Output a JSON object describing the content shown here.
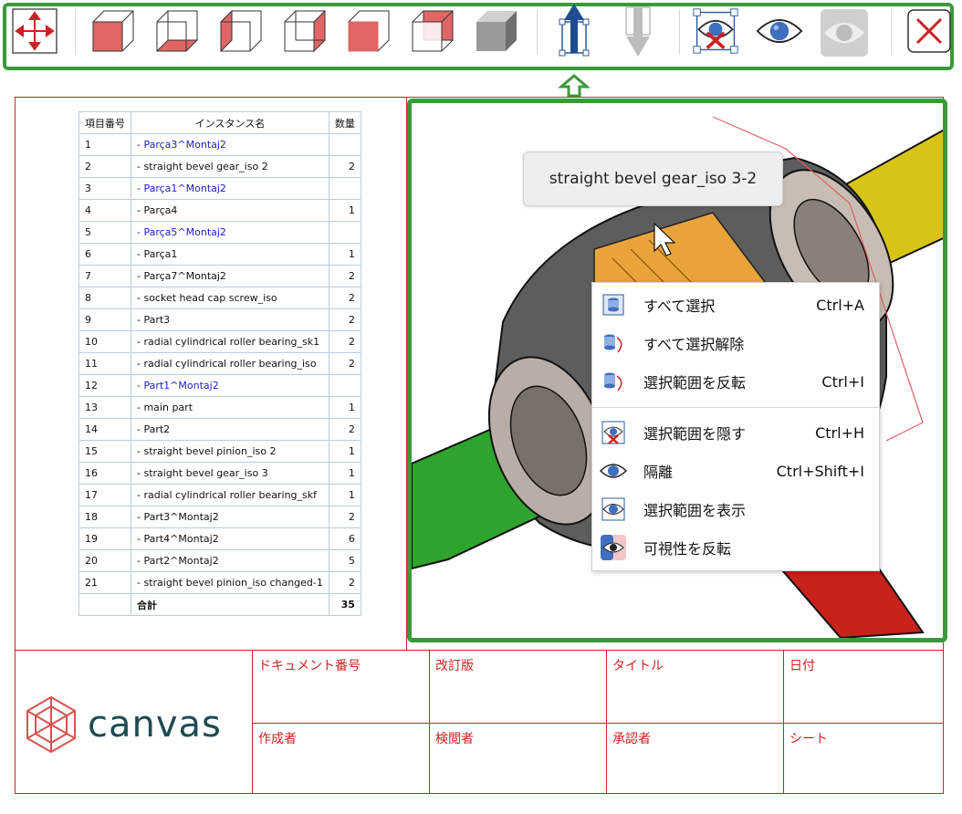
{
  "toolbar": {
    "buttons": [
      {
        "name": "fit-view-button",
        "icon": "move-arrows-icon"
      },
      {
        "name": "view-front-button",
        "icon": "cube-front-icon"
      },
      {
        "name": "view-bottom-button",
        "icon": "cube-bottom-icon"
      },
      {
        "name": "view-left-button",
        "icon": "cube-left-icon"
      },
      {
        "name": "view-right-button",
        "icon": "cube-right-icon"
      },
      {
        "name": "view-back-button",
        "icon": "cube-back-icon"
      },
      {
        "name": "view-top-button",
        "icon": "cube-top-icon"
      },
      {
        "name": "view-iso-button",
        "icon": "cube-shaded-icon"
      },
      {
        "name": "explode-button",
        "icon": "arrow-up-icon"
      },
      {
        "name": "collapse-button",
        "icon": "arrow-down-icon"
      },
      {
        "name": "hide-selection-button",
        "icon": "eye-hide-icon"
      },
      {
        "name": "isolate-button",
        "icon": "eye-icon"
      },
      {
        "name": "show-all-button",
        "icon": "eye-filled-icon"
      },
      {
        "name": "close-button",
        "icon": "close-icon"
      }
    ]
  },
  "bom": {
    "headers": {
      "no": "項目番号",
      "name": "インスタンス名",
      "qty": "数量"
    },
    "rows": [
      {
        "no": "1",
        "name": "- Parça3^Montaj2",
        "qty": "",
        "asm": true
      },
      {
        "no": "2",
        "name": "- straight bevel gear_iso 2",
        "qty": "2",
        "asm": false
      },
      {
        "no": "3",
        "name": "- Parça1^Montaj2",
        "qty": "",
        "asm": true
      },
      {
        "no": "4",
        "name": "- Parça4",
        "qty": "1",
        "asm": false
      },
      {
        "no": "5",
        "name": "- Parça5^Montaj2",
        "qty": "",
        "asm": true
      },
      {
        "no": "6",
        "name": "- Parça1",
        "qty": "1",
        "asm": false
      },
      {
        "no": "7",
        "name": "- Parça7^Montaj2",
        "qty": "2",
        "asm": false
      },
      {
        "no": "8",
        "name": "- socket head cap screw_iso",
        "qty": "2",
        "asm": false
      },
      {
        "no": "9",
        "name": "- Part3",
        "qty": "2",
        "asm": false
      },
      {
        "no": "10",
        "name": "- radial cylindrical roller bearing_sk1",
        "qty": "2",
        "asm": false
      },
      {
        "no": "11",
        "name": "- radial cylindrical roller bearing_iso",
        "qty": "2",
        "asm": false
      },
      {
        "no": "12",
        "name": "- Part1^Montaj2",
        "qty": "",
        "asm": true
      },
      {
        "no": "13",
        "name": "- main part",
        "qty": "1",
        "asm": false
      },
      {
        "no": "14",
        "name": "- Part2",
        "qty": "2",
        "asm": false
      },
      {
        "no": "15",
        "name": "- straight bevel pinion_iso 2",
        "qty": "1",
        "asm": false
      },
      {
        "no": "16",
        "name": "- straight bevel gear_iso 3",
        "qty": "1",
        "asm": false
      },
      {
        "no": "17",
        "name": "- radial cylindrical roller bearing_skf",
        "qty": "1",
        "asm": false
      },
      {
        "no": "18",
        "name": "- Part3^Montaj2",
        "qty": "2",
        "asm": false
      },
      {
        "no": "19",
        "name": "- Part4^Montaj2",
        "qty": "6",
        "asm": false
      },
      {
        "no": "20",
        "name": "- Part2^Montaj2",
        "qty": "5",
        "asm": false
      },
      {
        "no": "21",
        "name": "- straight bevel pinion_iso changed-1",
        "qty": "2",
        "asm": false
      }
    ],
    "total_label": "合計",
    "total_value": "35"
  },
  "viewport": {
    "tooltip": "straight bevel gear_iso 3-2"
  },
  "context_menu": {
    "items": [
      {
        "label": "すべて選択",
        "shortcut": "Ctrl+A",
        "icon": "select-all-icon"
      },
      {
        "label": "すべて選択解除",
        "shortcut": "",
        "icon": "deselect-all-icon"
      },
      {
        "label": "選択範囲を反転",
        "shortcut": "Ctrl+I",
        "icon": "invert-selection-icon"
      },
      {
        "label": "選択範囲を隠す",
        "shortcut": "Ctrl+H",
        "icon": "hide-selection-icon"
      },
      {
        "label": "隔離",
        "shortcut": "Ctrl+Shift+I",
        "icon": "isolate-icon"
      },
      {
        "label": "選択範囲を表示",
        "shortcut": "",
        "icon": "show-selection-icon"
      },
      {
        "label": "可視性を反転",
        "shortcut": "",
        "icon": "invert-visibility-icon"
      }
    ]
  },
  "title_block": {
    "logo_text": "canvas",
    "cells": {
      "doc_number": "ドキュメント番号",
      "revision": "改訂版",
      "title": "タイトル",
      "date": "日付",
      "author": "作成者",
      "reviewer": "検閲者",
      "approver": "承認者",
      "sheet": "シート"
    }
  },
  "colors": {
    "accent_green": "#3a9a3a",
    "sheet_red": "#cc2222",
    "assembly_blue": "#2020cc",
    "logo_teal": "#1e4b52"
  }
}
